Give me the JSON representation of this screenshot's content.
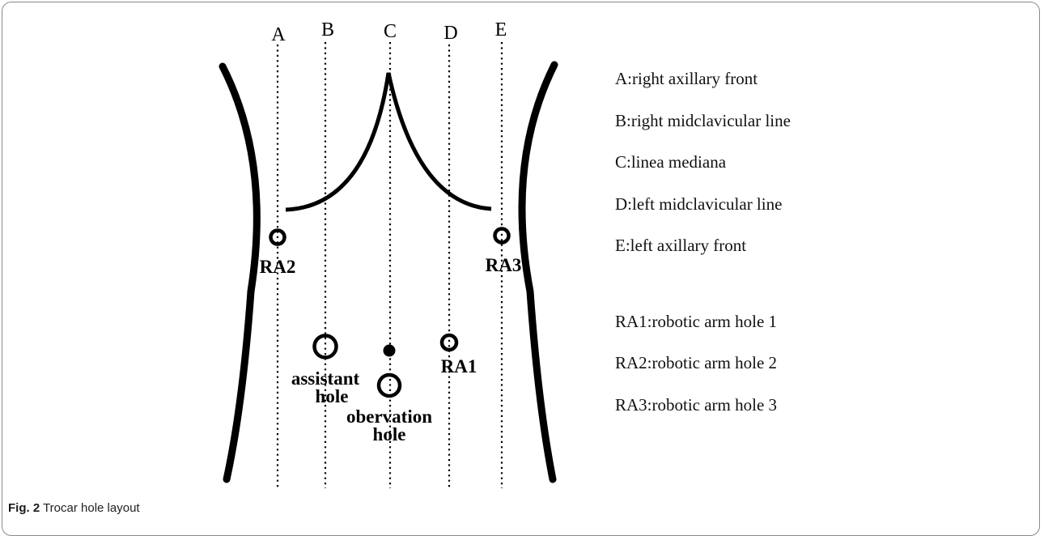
{
  "lines": [
    {
      "id": "A",
      "label": "A"
    },
    {
      "id": "B",
      "label": "B"
    },
    {
      "id": "C",
      "label": "C"
    },
    {
      "id": "D",
      "label": "D"
    },
    {
      "id": "E",
      "label": "E"
    }
  ],
  "holes": {
    "ra2": "RA2",
    "ra3": "RA3",
    "ra1": "RA1",
    "assistant_line1": "assistant",
    "assistant_line2": "hole",
    "observation_line1": "obervation",
    "observation_line2": "hole"
  },
  "legend": {
    "lines": [
      "A:right axillary front",
      "B:right midclavicular line",
      "C:linea mediana",
      "D:left midclavicular line",
      "E:left axillary front"
    ],
    "holes": [
      "RA1:robotic arm hole 1",
      "RA2:robotic arm hole 2",
      "RA3:robotic arm hole 3"
    ]
  },
  "caption": {
    "label": "Fig. 2",
    "text": "Trocar hole layout"
  }
}
